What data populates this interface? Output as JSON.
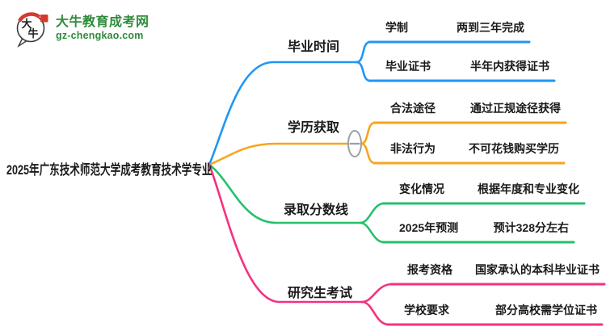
{
  "logo": {
    "bubble_char_top": "大",
    "bubble_char_bottom": "牛",
    "site_name": "大牛教育成考网",
    "site_url": "gz-chengkao.com"
  },
  "main_topic": {
    "label": "2025年广东技术师范大学成考教育技术学专业"
  },
  "branches": [
    {
      "label": "毕业时间",
      "children": [
        {
          "key": "学制",
          "value": "两到三年完成"
        },
        {
          "key": "毕业证书",
          "value": "半年内获得证书"
        }
      ]
    },
    {
      "label": "学历获取",
      "children": [
        {
          "key": "合法途径",
          "value": "通过正规途径获得"
        },
        {
          "key": "非法行为",
          "value": "不可花钱购买学历"
        }
      ]
    },
    {
      "label": "录取分数线",
      "children": [
        {
          "key": "变化情况",
          "value": "根据年度和专业变化"
        },
        {
          "key": "2025年预测",
          "value": "预计328分左右"
        }
      ]
    },
    {
      "label": "研究生考试",
      "children": [
        {
          "key": "报考资格",
          "value": "国家承认的本科毕业证书"
        },
        {
          "key": "学校要求",
          "value": "部分高校需学位证书"
        }
      ]
    }
  ],
  "colors": {
    "branch1": "#2196F3",
    "branch2": "#F7A51C",
    "branch3": "#24C16B",
    "branch4": "#F5317F",
    "collapse_gray": "#9AA0A6",
    "logo_green": "#2E8B3A",
    "logo_red": "#D43B2F",
    "text": "#1A1A1A"
  }
}
